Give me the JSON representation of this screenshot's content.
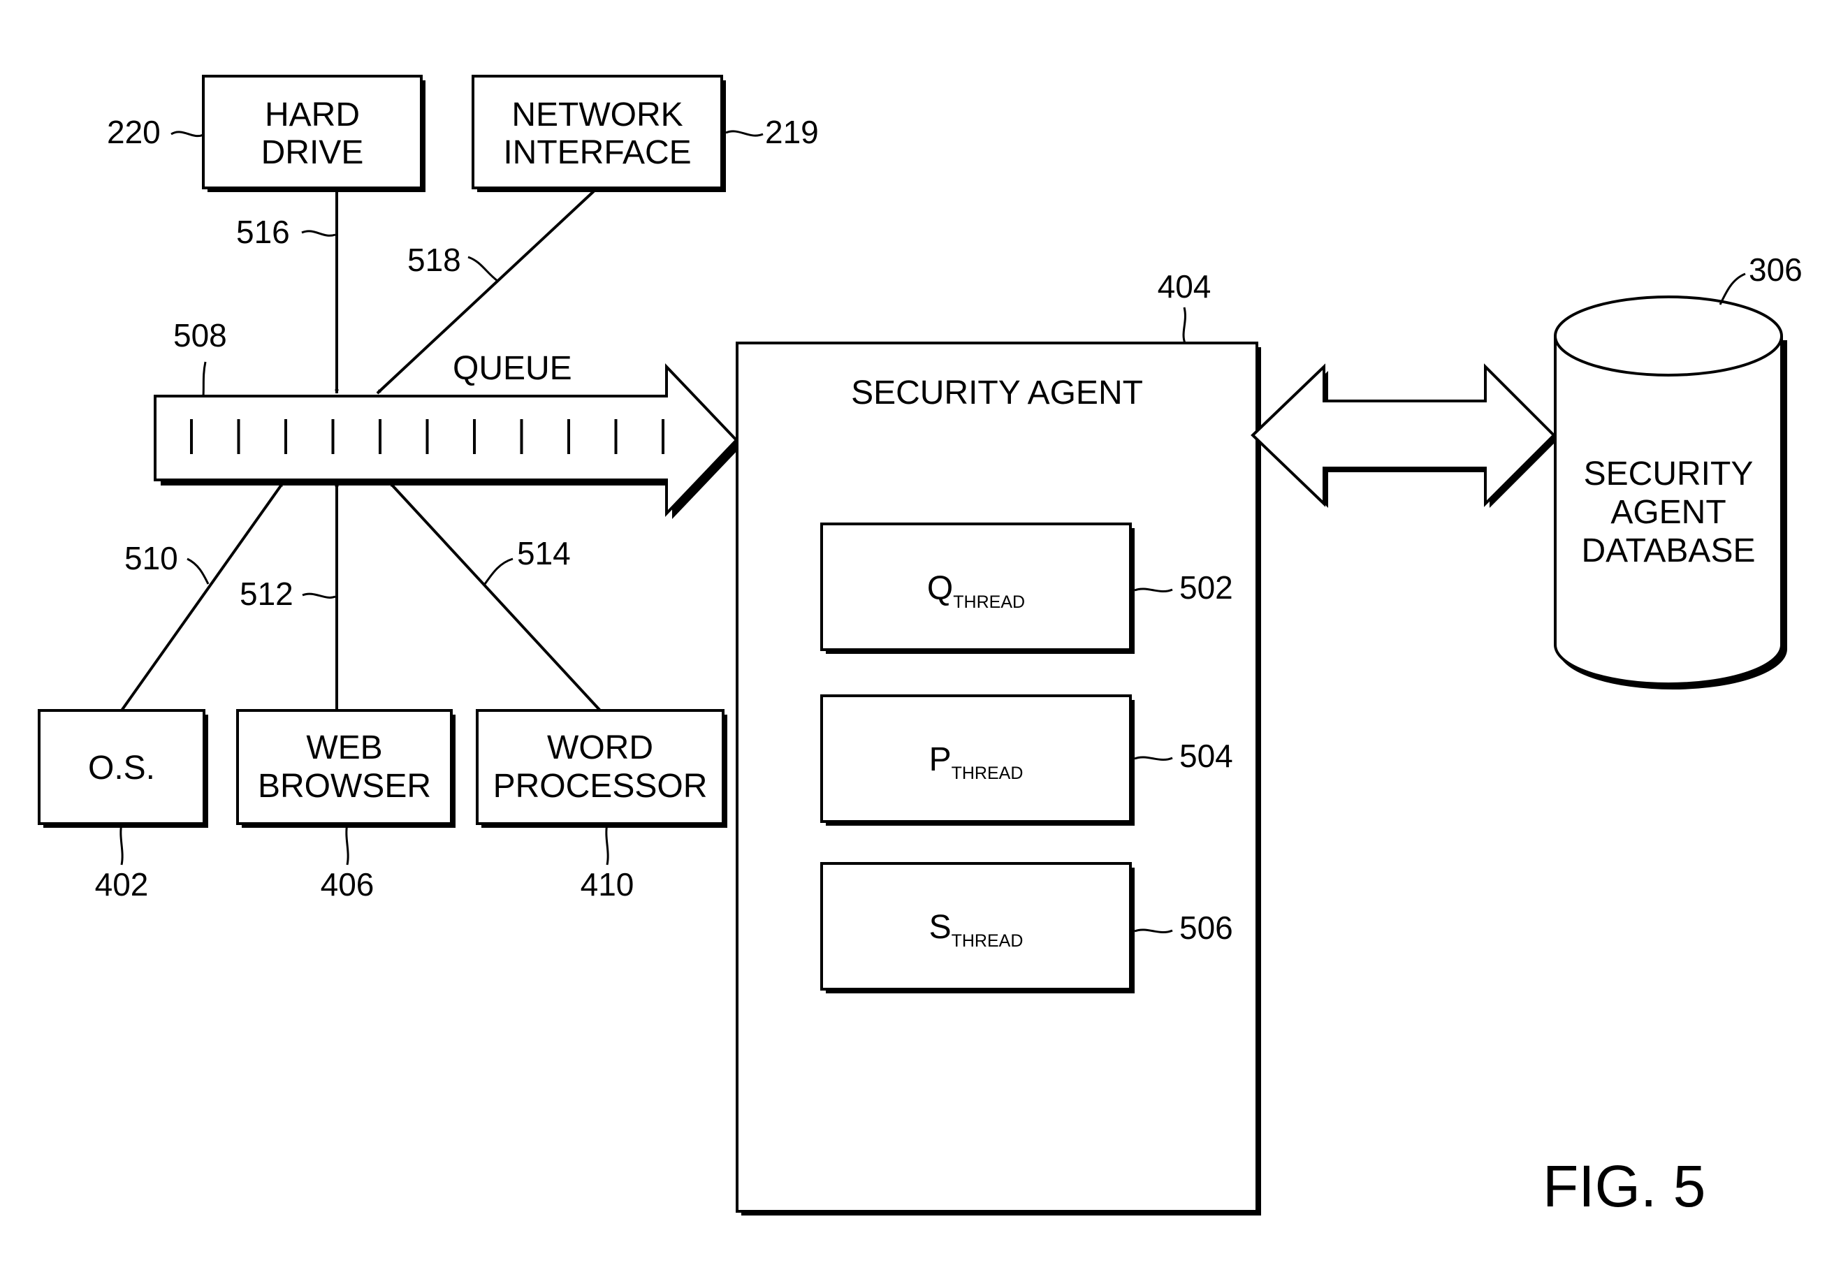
{
  "figure": {
    "label": "FIG. 5"
  },
  "hard_drive": {
    "line1": "HARD",
    "line2": "DRIVE",
    "ref": "220"
  },
  "network_interface": {
    "line1": "NETWORK",
    "line2": "INTERFACE",
    "ref": "219"
  },
  "os": {
    "label": "O.S.",
    "ref": "402"
  },
  "web_browser": {
    "line1": "WEB",
    "line2": "BROWSER",
    "ref": "406"
  },
  "word_processor": {
    "line1": "WORD",
    "line2": "PROCESSOR",
    "ref": "410"
  },
  "queue": {
    "label": "QUEUE",
    "ref": "508"
  },
  "arrows": {
    "hard_drive": "516",
    "network": "518",
    "os": "510",
    "browser": "512",
    "word": "514"
  },
  "security_agent": {
    "label": "SECURITY AGENT",
    "ref": "404",
    "threads": [
      {
        "letter": "Q",
        "sub": "THREAD",
        "ref": "502"
      },
      {
        "letter": "P",
        "sub": "THREAD",
        "ref": "504"
      },
      {
        "letter": "S",
        "sub": "THREAD",
        "ref": "506"
      }
    ]
  },
  "database": {
    "line1": "SECURITY",
    "line2": "AGENT",
    "line3": "DATABASE",
    "ref": "306"
  }
}
